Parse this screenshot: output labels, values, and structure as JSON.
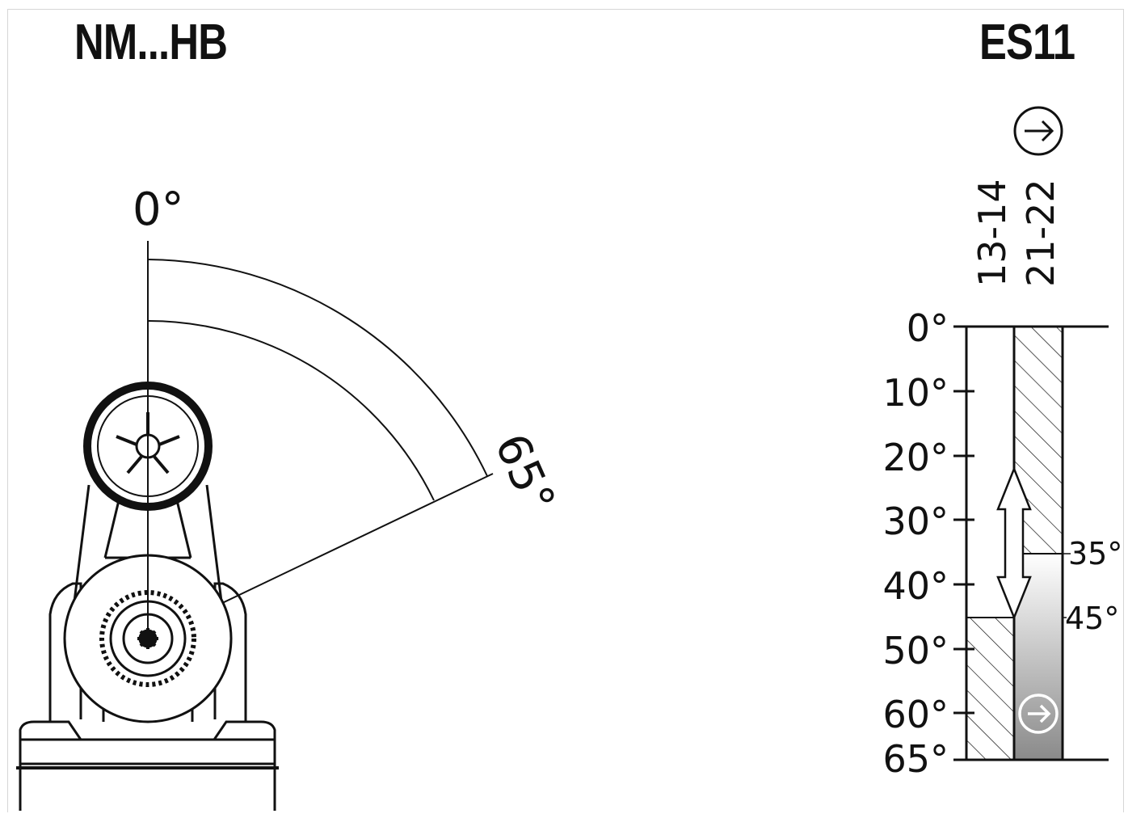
{
  "title_left": "NM...HB",
  "title_right": "ES11",
  "lever": {
    "start_label": "0°",
    "end_label": "65°",
    "angle_start": 0,
    "angle_end": 65
  },
  "diagram": {
    "contacts": [
      "13-14",
      "21-22"
    ],
    "scale_labels": [
      "0°",
      "10°",
      "20°",
      "30°",
      "40°",
      "50°",
      "60°",
      "65°"
    ],
    "scale_values": [
      0,
      10,
      20,
      30,
      40,
      50,
      60,
      65
    ],
    "contact_13_14_closes_at_label": "45°",
    "contact_21_22_opens_at_label": "35°",
    "contact_13_14_closes_at": 45,
    "contact_21_22_opens_at": 35,
    "positive_opening_icon": "circled-arrow-icon"
  }
}
